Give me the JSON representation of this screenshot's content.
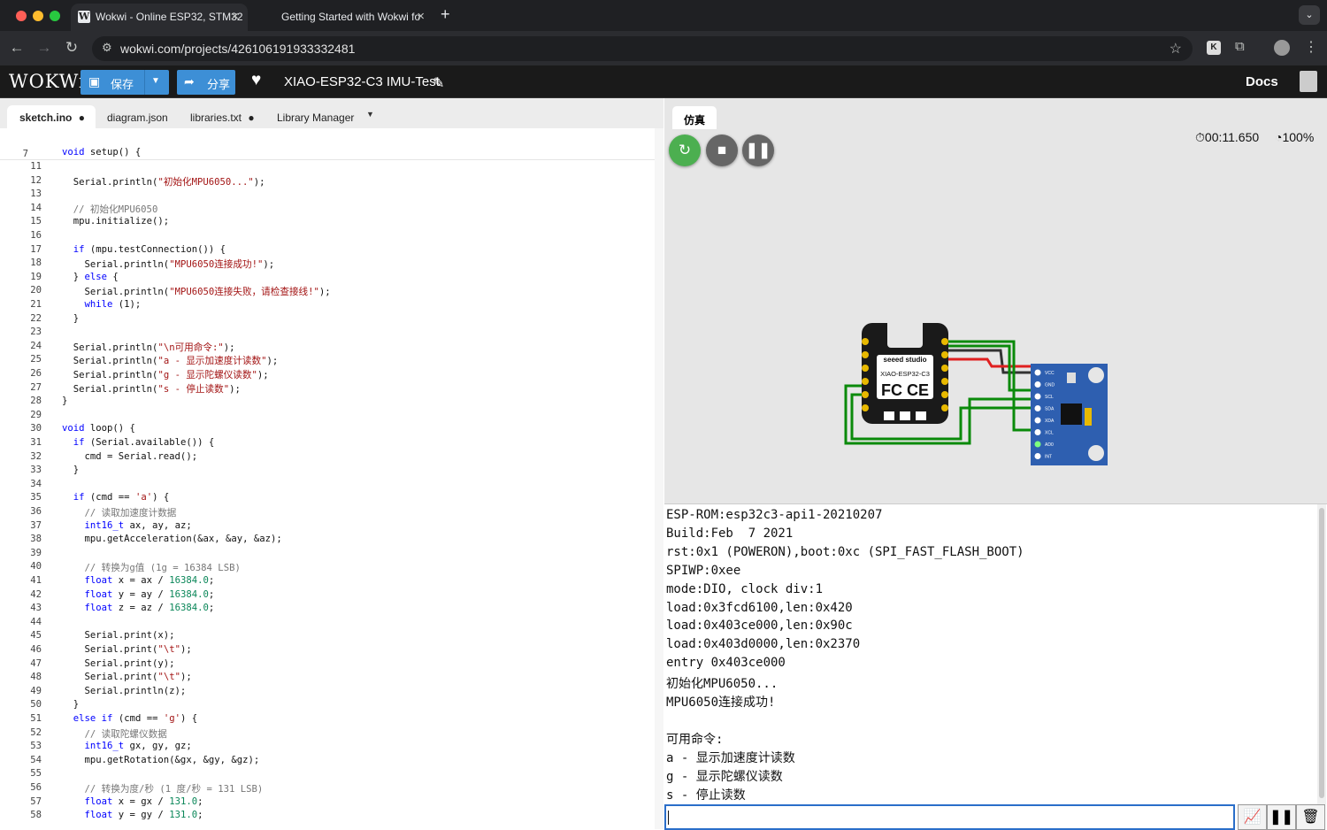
{
  "browser": {
    "tabs": [
      {
        "label": "Wokwi - Online ESP32, STM32",
        "active": true
      },
      {
        "label": "Getting Started with Wokwi fo",
        "active": false
      }
    ],
    "url": "wokwi.com/projects/426106191933332481",
    "new_tab": "+"
  },
  "app": {
    "logo": "WOKWi",
    "save_label": "保存",
    "share_label": "分享",
    "project_title": "XIAO-ESP32-C3 IMU-Test",
    "docs_label": "Docs"
  },
  "editor": {
    "tabs": [
      {
        "label": "sketch.ino",
        "modified": "●"
      },
      {
        "label": "diagram.json",
        "modified": ""
      },
      {
        "label": "libraries.txt",
        "modified": "●"
      },
      {
        "label": "Library Manager",
        "modified": ""
      }
    ],
    "sticky": {
      "num": "7",
      "text": "void setup() {"
    },
    "lines": [
      {
        "n": "11",
        "t": ""
      },
      {
        "n": "12",
        "t": "  Serial.println(\"初始化MPU6050...\");"
      },
      {
        "n": "13",
        "t": ""
      },
      {
        "n": "14",
        "t": "  // 初始化MPU6050"
      },
      {
        "n": "15",
        "t": "  mpu.initialize();"
      },
      {
        "n": "16",
        "t": ""
      },
      {
        "n": "17",
        "t": "  if (mpu.testConnection()) {"
      },
      {
        "n": "18",
        "t": "    Serial.println(\"MPU6050连接成功!\");"
      },
      {
        "n": "19",
        "t": "  } else {"
      },
      {
        "n": "20",
        "t": "    Serial.println(\"MPU6050连接失败，请检查接线!\");"
      },
      {
        "n": "21",
        "t": "    while (1);"
      },
      {
        "n": "22",
        "t": "  }"
      },
      {
        "n": "23",
        "t": ""
      },
      {
        "n": "24",
        "t": "  Serial.println(\"\\n可用命令:\");"
      },
      {
        "n": "25",
        "t": "  Serial.println(\"a - 显示加速度计读数\");"
      },
      {
        "n": "26",
        "t": "  Serial.println(\"g - 显示陀螺仪读数\");"
      },
      {
        "n": "27",
        "t": "  Serial.println(\"s - 停止读数\");"
      },
      {
        "n": "28",
        "t": "}"
      },
      {
        "n": "29",
        "t": ""
      },
      {
        "n": "30",
        "t": "void loop() {"
      },
      {
        "n": "31",
        "t": "  if (Serial.available()) {"
      },
      {
        "n": "32",
        "t": "    cmd = Serial.read();"
      },
      {
        "n": "33",
        "t": "  }"
      },
      {
        "n": "34",
        "t": ""
      },
      {
        "n": "35",
        "t": "  if (cmd == 'a') {"
      },
      {
        "n": "36",
        "t": "    // 读取加速度计数据"
      },
      {
        "n": "37",
        "t": "    int16_t ax, ay, az;"
      },
      {
        "n": "38",
        "t": "    mpu.getAcceleration(&ax, &ay, &az);"
      },
      {
        "n": "39",
        "t": ""
      },
      {
        "n": "40",
        "t": "    // 转换为g值 (1g = 16384 LSB)"
      },
      {
        "n": "41",
        "t": "    float x = ax / 16384.0;"
      },
      {
        "n": "42",
        "t": "    float y = ay / 16384.0;"
      },
      {
        "n": "43",
        "t": "    float z = az / 16384.0;"
      },
      {
        "n": "44",
        "t": ""
      },
      {
        "n": "45",
        "t": "    Serial.print(x);"
      },
      {
        "n": "46",
        "t": "    Serial.print(\"\\t\");"
      },
      {
        "n": "47",
        "t": "    Serial.print(y);"
      },
      {
        "n": "48",
        "t": "    Serial.print(\"\\t\");"
      },
      {
        "n": "49",
        "t": "    Serial.println(z);"
      },
      {
        "n": "50",
        "t": "  }"
      },
      {
        "n": "51",
        "t": "  else if (cmd == 'g') {"
      },
      {
        "n": "52",
        "t": "    // 读取陀螺仪数据"
      },
      {
        "n": "53",
        "t": "    int16_t gx, gy, gz;"
      },
      {
        "n": "54",
        "t": "    mpu.getRotation(&gx, &gy, &gz);"
      },
      {
        "n": "55",
        "t": ""
      },
      {
        "n": "56",
        "t": "    // 转换为度/秒 (1 度/秒 = 131 LSB)"
      },
      {
        "n": "57",
        "t": "    float x = gx / 131.0;"
      },
      {
        "n": "58",
        "t": "    float y = gy / 131.0;"
      }
    ]
  },
  "simulation": {
    "tab_label": "仿真",
    "timer": "00:11.650",
    "speed": "100%",
    "board_brand": "seeed studio",
    "board_model": "XIAO-ESP32-C3",
    "board_marks": "FC CE",
    "imu_pins": [
      "VCC",
      "GND",
      "SCL",
      "SDA",
      "XDA",
      "XCL",
      "AD0",
      "INT"
    ]
  },
  "serial": {
    "lines": [
      "ESP-ROM:esp32c3-api1-20210207",
      "Build:Feb  7 2021",
      "rst:0x1 (POWERON),boot:0xc (SPI_FAST_FLASH_BOOT)",
      "SPIWP:0xee",
      "mode:DIO, clock div:1",
      "load:0x3fcd6100,len:0x420",
      "load:0x403ce000,len:0x90c",
      "load:0x403d0000,len:0x2370",
      "entry 0x403ce000",
      "初始化MPU6050...",
      "MPU6050连接成功!",
      "",
      "可用命令:",
      "a - 显示加速度计读数",
      "g - 显示陀螺仪读数",
      "s - 停止读数"
    ],
    "input_value": ""
  },
  "colors": {
    "accent": "#3d8fd6",
    "run": "#4caf50",
    "board": "#1a1a1a",
    "imu": "#2e5fb0"
  }
}
